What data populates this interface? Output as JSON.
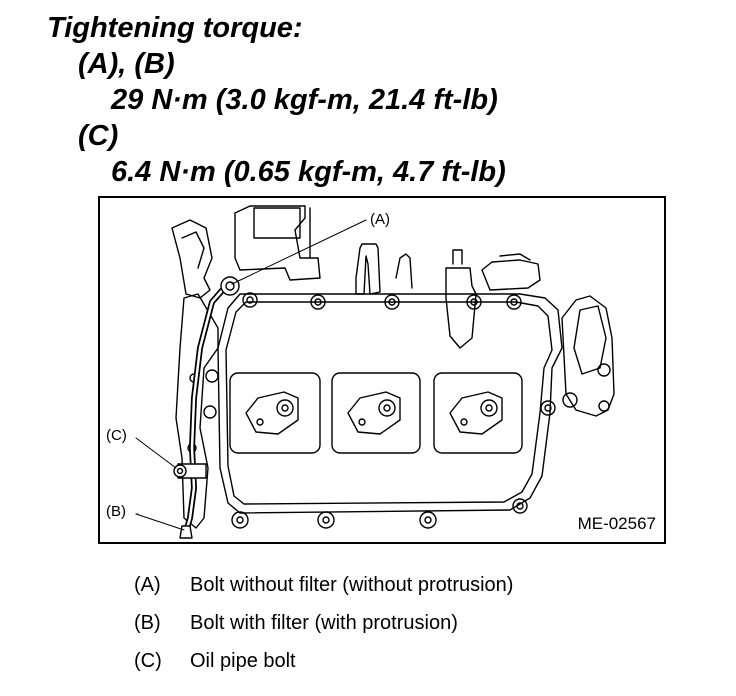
{
  "header": {
    "title": "Tightening torque:",
    "group1_label": "(A), (B)",
    "group1_value": "29 N·m (3.0 kgf-m, 21.4 ft-lb)",
    "group2_label": "(C)",
    "group2_value": "6.4 N·m (0.65 kgf-m, 4.7 ft-lb)"
  },
  "figure": {
    "callout_a": "(A)",
    "callout_b": "(B)",
    "callout_c": "(C)",
    "figure_id": "ME-02567"
  },
  "legend": [
    {
      "key": "(A)",
      "text": "Bolt without filter (without protrusion)"
    },
    {
      "key": "(B)",
      "text": "Bolt with filter (with protrusion)"
    },
    {
      "key": "(C)",
      "text": "Oil pipe bolt"
    }
  ]
}
